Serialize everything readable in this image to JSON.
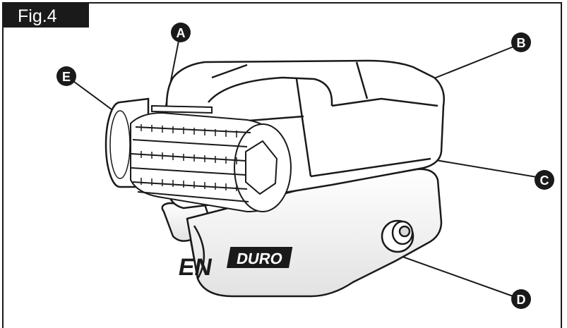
{
  "figure": {
    "label": "Fig.4"
  },
  "brand": {
    "prefix": "EN",
    "suffix": "DURO"
  },
  "callouts": [
    {
      "id": "A",
      "letter": "A"
    },
    {
      "id": "B",
      "letter": "B"
    },
    {
      "id": "C",
      "letter": "C"
    },
    {
      "id": "D",
      "letter": "D"
    },
    {
      "id": "E",
      "letter": "E"
    }
  ],
  "colors": {
    "ink": "#1a1a1a",
    "paper": "#ffffff",
    "shade": "#d9d9d9"
  }
}
